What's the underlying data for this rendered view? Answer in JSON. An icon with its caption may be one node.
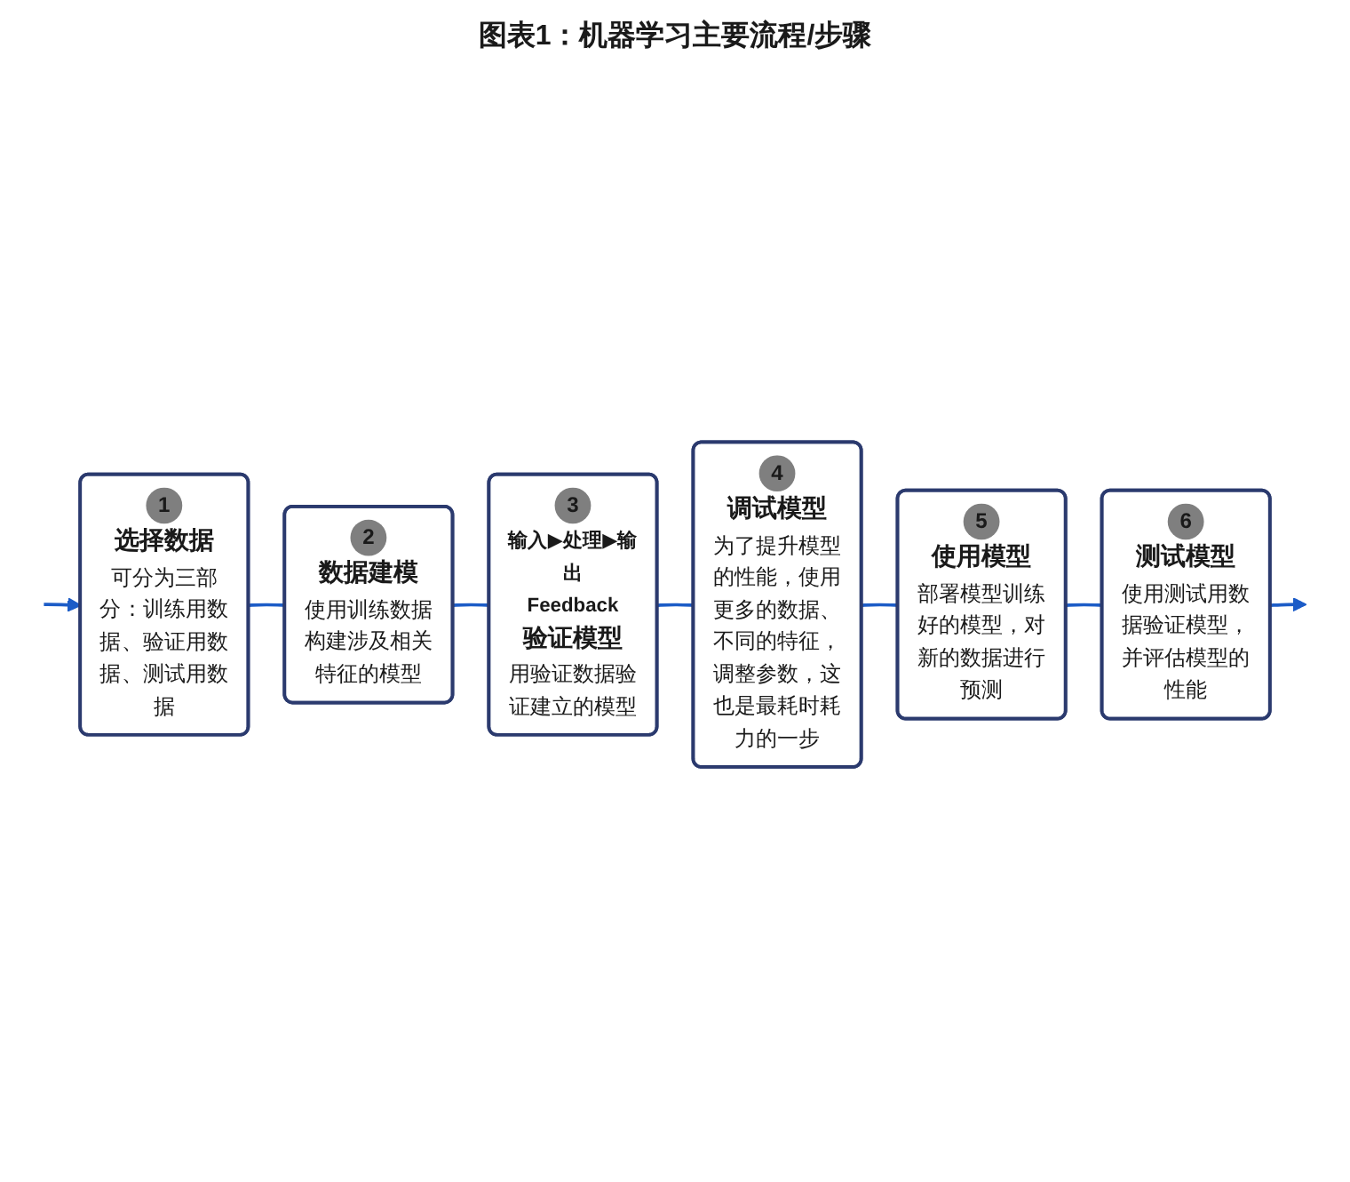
{
  "diagram": {
    "title": "图表1：机器学习主要流程/步骤",
    "nodes": [
      {
        "text": [
          "1",
          "选择数据",
          "可分为三部分：训练用数据、验证用数据、测试用数据"
        ]
      },
      {
        "text": [
          "2",
          "数据建模",
          "使用训练数据构建涉及相关特征的模型"
        ]
      },
      {
        "text": [
          "3",
          "输入▶处理▶输出",
          "Feedback",
          "验证模型",
          "用验证数据验证建立的模型"
        ]
      },
      {
        "text": [
          "4",
          "调试模型",
          "为了提升模型的性能，使用更多的数据、不同的特征，调整参数，这也是最耗时耗力的一步"
        ]
      },
      {
        "text": [
          "5",
          "使用模型",
          "部署模型训练好的模型，对新的数据进行预测"
        ]
      },
      {
        "text": [
          "6",
          "测试模型",
          "使用测试用数据验证模型，并评估模型的性能"
        ]
      }
    ],
    "edges": [
      {
        "from": null,
        "to": 0,
        "arrow": "to"
      },
      {
        "from": 0,
        "to": 1,
        "arrow": "none"
      },
      {
        "from": 1,
        "to": 2,
        "arrow": "none"
      },
      {
        "from": 2,
        "to": 3,
        "arrow": "none"
      },
      {
        "from": 3,
        "to": 4,
        "arrow": "none"
      },
      {
        "from": 4,
        "to": 5,
        "arrow": "none"
      },
      {
        "from": 5,
        "to": null,
        "arrow": "to"
      }
    ]
  }
}
